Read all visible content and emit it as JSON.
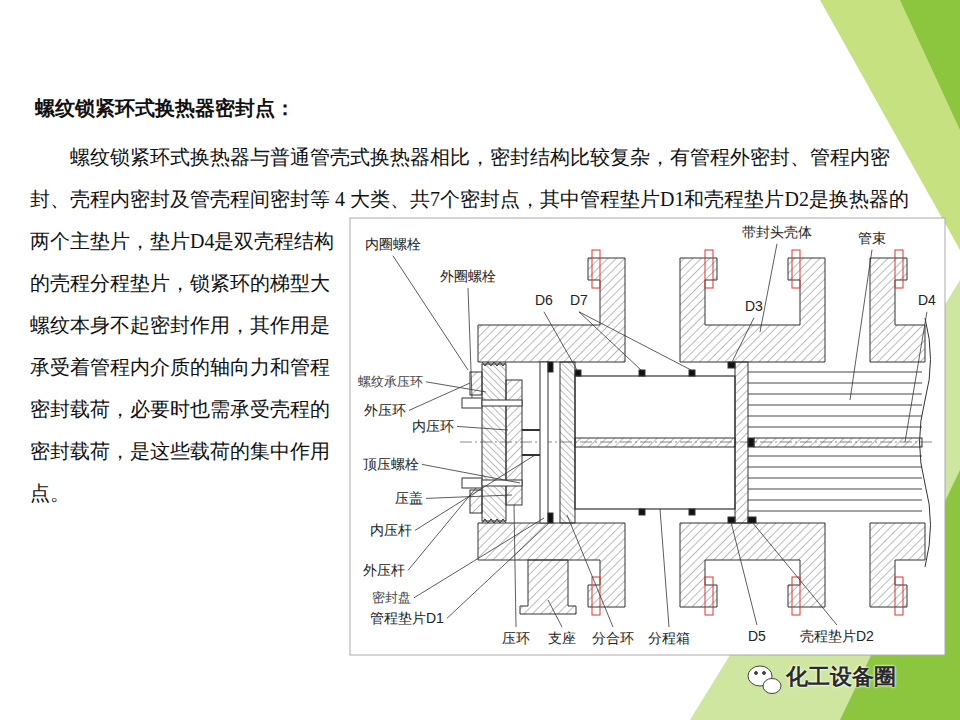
{
  "diagram": {
    "title": "螺纹锁紧环式换热器密封点：",
    "labels": [
      "螺纹锁紧环式换热器与普通管壳式换热器相比，密封结构比较复杂，有管程外密封、管程内密封、壳程内密封及管壳程间密封等 4 大类、共7个密封点，其中管程垫片D1和壳程垫片D2是换热器的两个主垫片，垫片D4是双壳程结构的壳程分程垫片，锁紧环的梯型大螺纹本身不起密封作用，其作用是承受着管程内介质的轴向力和管程密封载荷，必要时也需承受壳程的密封载荷，是这些载荷的集中作用点。",
      "内圈螺栓",
      "外圈螺栓",
      "D6",
      "D7",
      "带封头壳体",
      "管束",
      "D3",
      "D4",
      "螺纹承压环",
      "外压环",
      "内压环",
      "顶压螺栓",
      "压盖",
      "内压杆",
      "外压杆",
      "密封盘",
      "管程垫片D1",
      "压环",
      "支座",
      "分合环",
      "分程箱",
      "D5",
      "壳程垫片D2",
      "化工设备圈"
    ]
  }
}
